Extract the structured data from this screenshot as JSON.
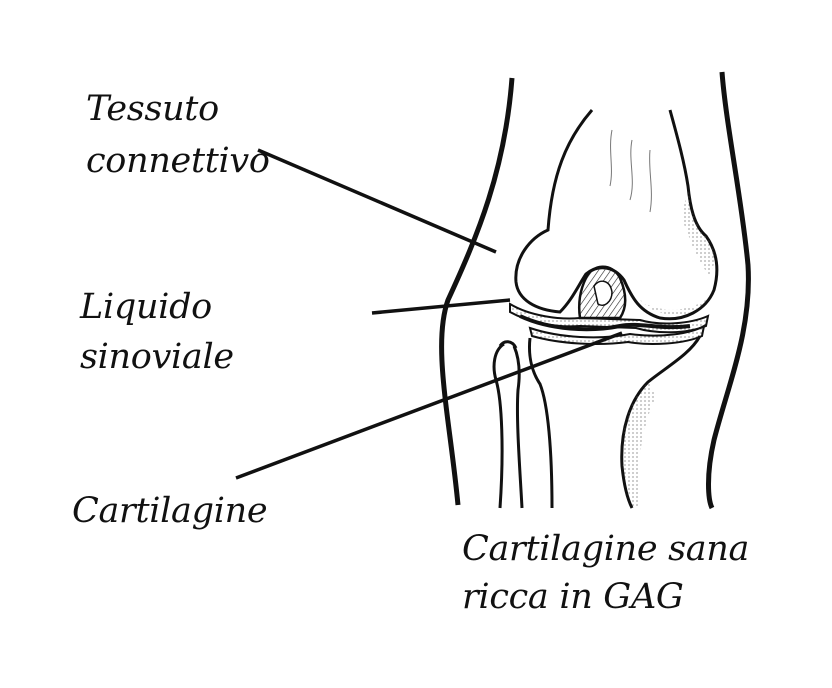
{
  "labels": {
    "connective_tissue": [
      "Tessuto",
      "connettivo"
    ],
    "synovial_fluid": [
      "Liquido",
      "sinoviale"
    ],
    "cartilage": "Cartilagine",
    "healthy_cartilage": [
      "Cartilagine sana",
      "ricca in GAG"
    ]
  },
  "colors": {
    "ink": "#111111",
    "background": "#ffffff",
    "stipple": "#555555"
  }
}
